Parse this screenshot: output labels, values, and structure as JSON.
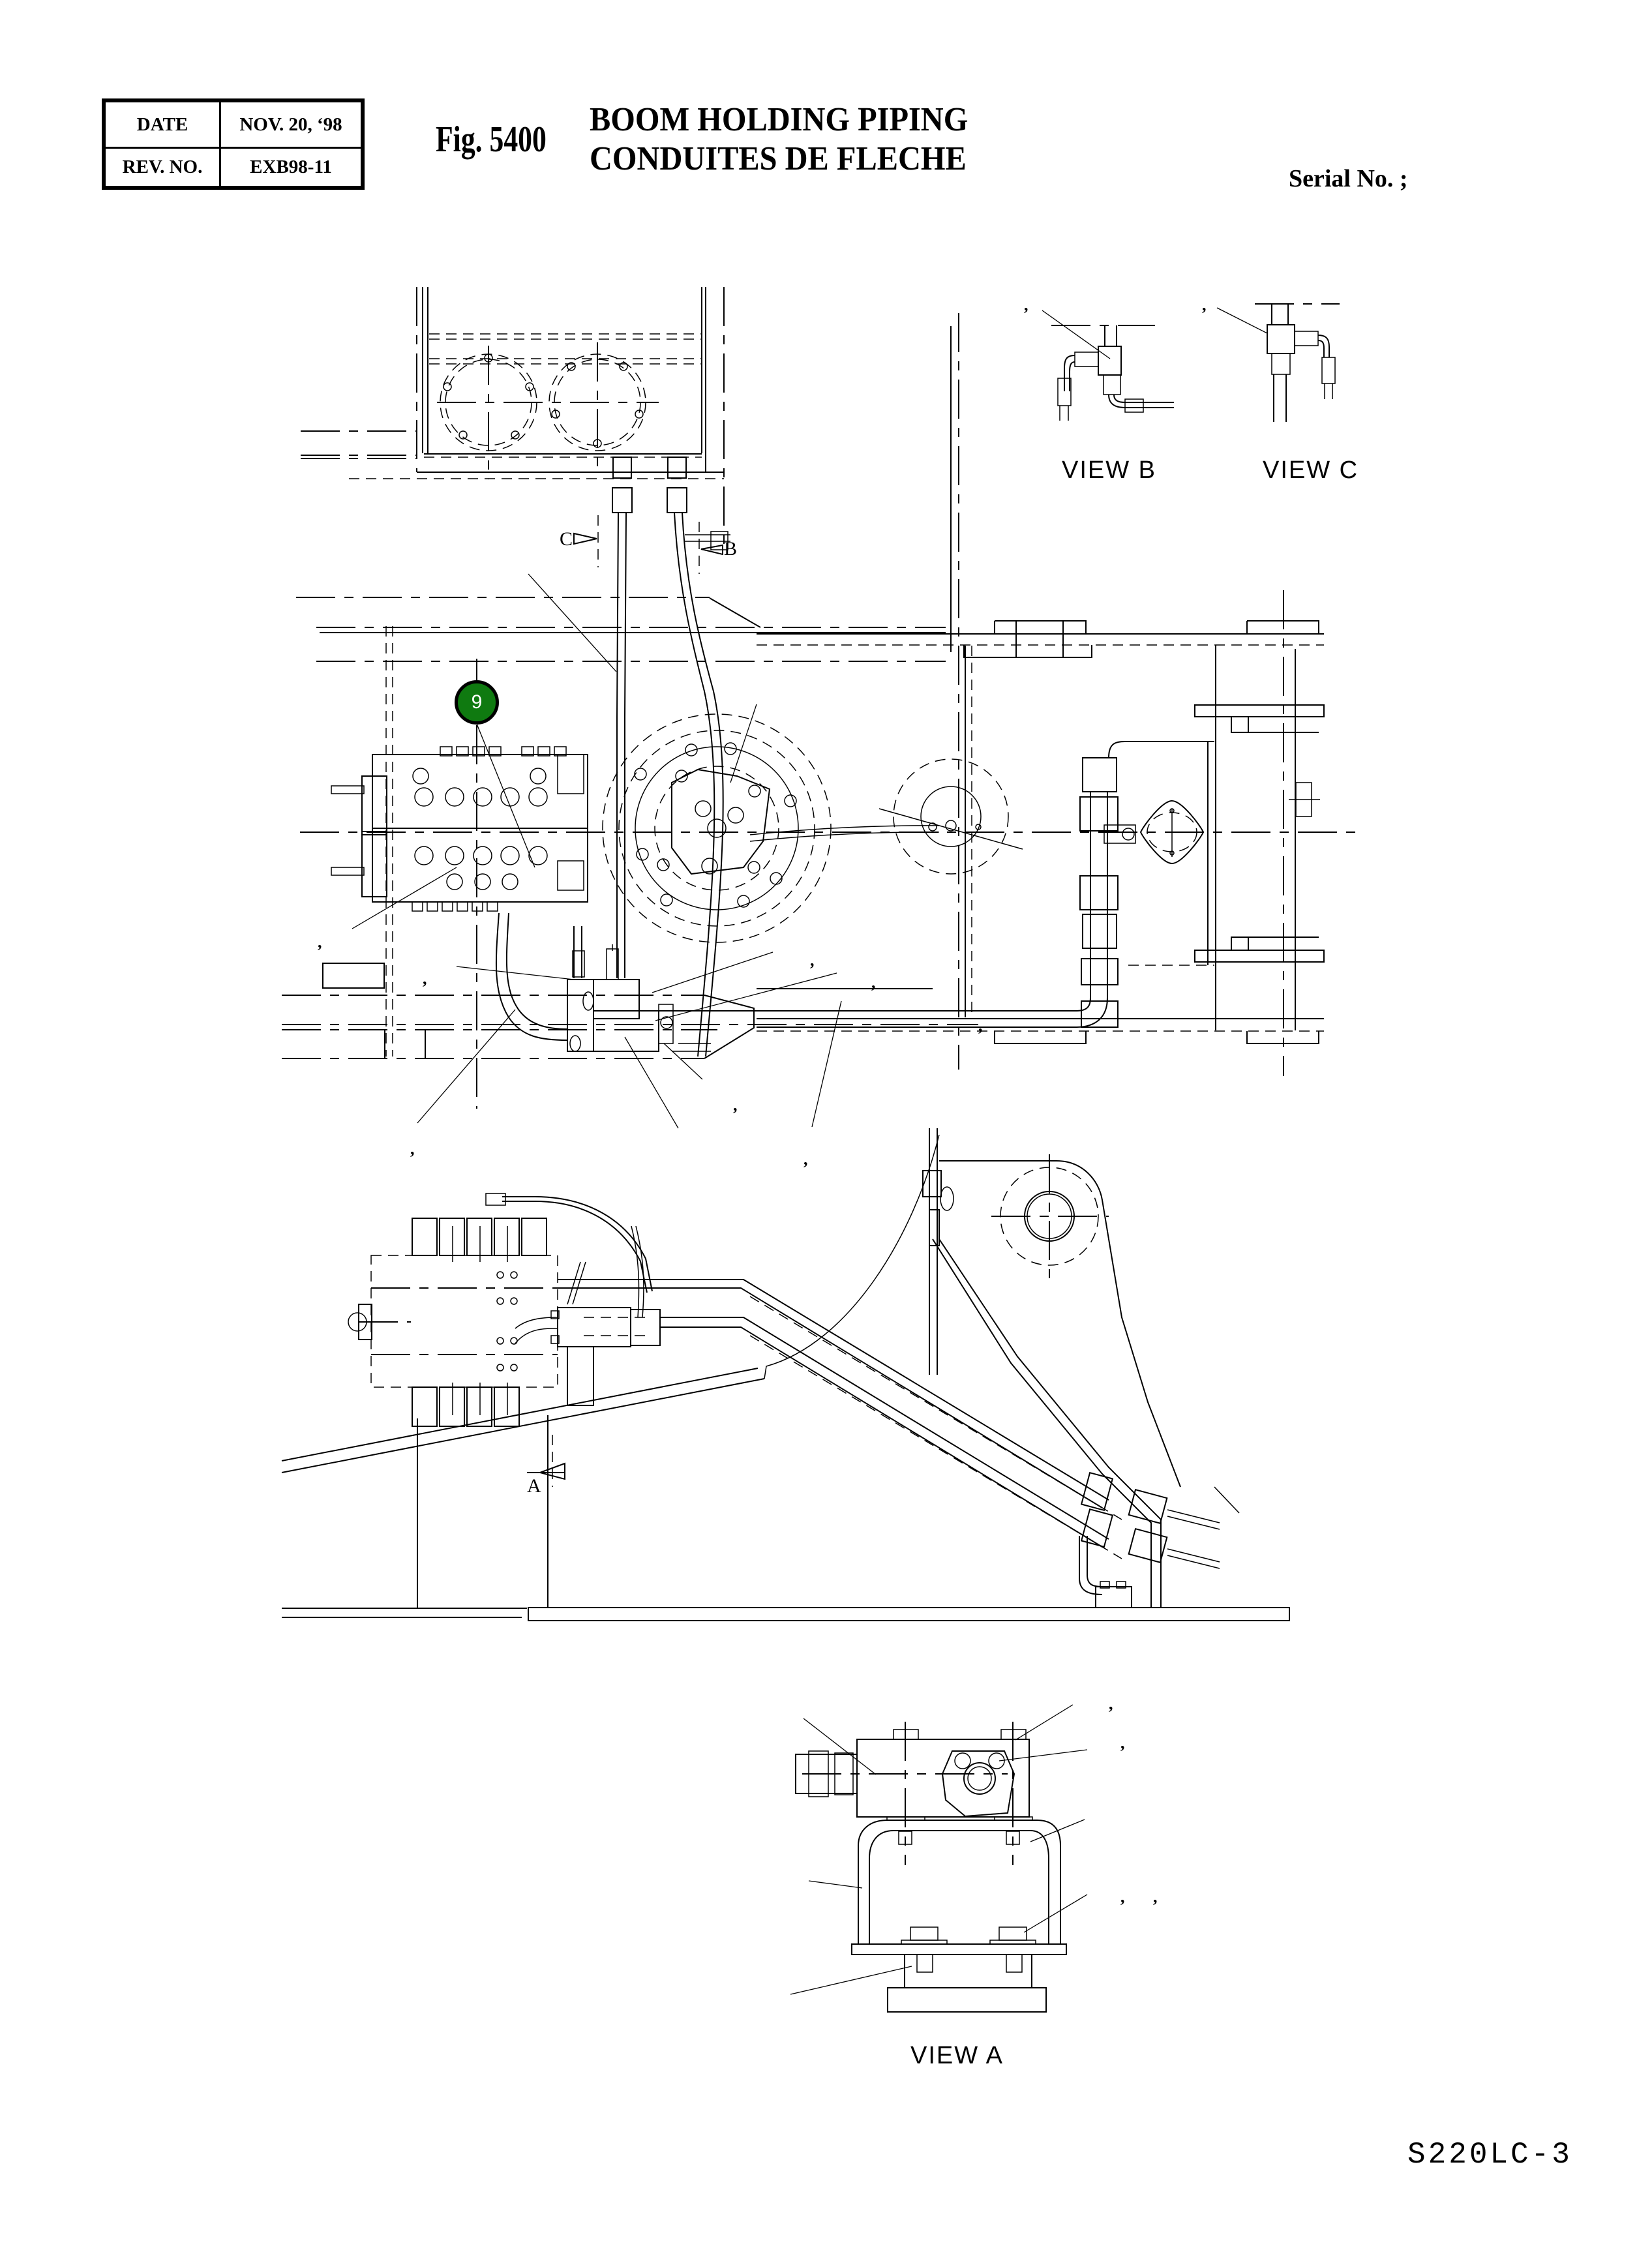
{
  "header": {
    "rev_table": {
      "date_label": "DATE",
      "date_value": "NOV. 20, ‘98",
      "rev_label": "REV. NO.",
      "rev_value": "EXB98-11"
    },
    "figure_number": "Fig. 5400",
    "title_en": "BOOM HOLDING PIPING",
    "title_fr": "CONDUITES DE FLECHE",
    "serial_label": "Serial No. ;"
  },
  "drawing": {
    "view_labels": {
      "view_b": "VIEW  B",
      "view_c": "VIEW  C",
      "view_a": "VIEW  A"
    },
    "section_marks": {
      "b": "B",
      "c": "C",
      "a": "A"
    },
    "callout_marker": {
      "number": "9",
      "color": "#0f7a10"
    },
    "comma_marks": [
      ",",
      ",",
      ",",
      ",",
      ",",
      ",",
      ",",
      ",",
      ",",
      ",",
      ",",
      ",",
      ",",
      ","
    ]
  },
  "footer": {
    "model": "S220LC-3"
  },
  "colors": {
    "line": "#000000",
    "background": "#ffffff",
    "marker_fill": "#0f7a10"
  }
}
